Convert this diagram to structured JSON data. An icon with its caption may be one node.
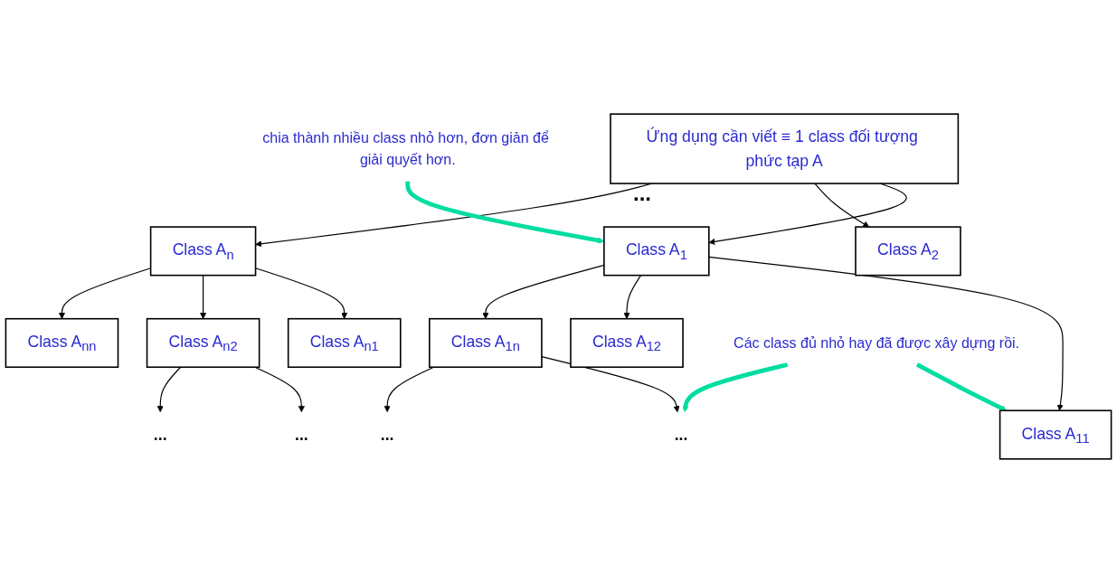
{
  "diagram": {
    "nodes": [
      {
        "text": [
          "Ứng dụng cần viết ≡ 1 class đối tượng phức tạp A"
        ]
      },
      {
        "text": [
          "Class A$_{1}$"
        ]
      },
      {
        "text": [
          "Class A$_{2}$"
        ]
      },
      {
        "text": [
          "Class A$_{n}$"
        ]
      },
      {
        "text": [
          "Class A$_{11}$"
        ]
      },
      {
        "text": [
          "Class A$_{12}$"
        ]
      },
      {
        "text": [
          "Class A$_{1n}$"
        ]
      },
      {
        "text": [
          "Class A$_{n1}$"
        ]
      },
      {
        "text": [
          "Class A$_{n2}$"
        ]
      },
      {
        "text": [
          "Class A$_{nn}$"
        ]
      },
      {
        "text": [
          "..."
        ]
      },
      {
        "text": [
          "..."
        ]
      },
      {
        "text": [
          "..."
        ]
      },
      {
        "text": [
          "..."
        ]
      },
      {
        "text": [
          "chia thành nhiều class nhỏ hơn, đơn giản để giải quyết hơn."
        ]
      },
      {
        "text": [
          "Các class đủ nhỏ hay đã được xây dựng rồi."
        ]
      }
    ],
    "edges": [
      {
        "from": 0,
        "to": 1,
        "arrow": "to"
      },
      {
        "from": 0,
        "to": 2,
        "arrow": "to"
      },
      {
        "from": 0,
        "to": 3,
        "arrow": "to"
      },
      {
        "from": 1,
        "to": 4,
        "arrow": "to"
      },
      {
        "from": 1,
        "to": 5,
        "arrow": "to"
      },
      {
        "from": 1,
        "to": 6,
        "arrow": "to"
      },
      {
        "from": 3,
        "to": 7,
        "arrow": "to"
      },
      {
        "from": 3,
        "to": 8,
        "arrow": "to"
      },
      {
        "from": 3,
        "to": 9,
        "arrow": "to"
      },
      {
        "from": 6,
        "to": 10,
        "arrow": "to"
      },
      {
        "from": 6,
        "to": 11,
        "arrow": "to"
      },
      {
        "from": 8,
        "to": 12,
        "arrow": "to"
      },
      {
        "from": 8,
        "to": 13,
        "arrow": "to"
      },
      {
        "from": 14,
        "to": 1,
        "arrow": "to",
        "style": "thick",
        "color": "#00dda0"
      },
      {
        "from": 15,
        "to": 4,
        "arrow": "to",
        "style": "thick",
        "color": "#00dda0"
      },
      {
        "from": 15,
        "to": 10,
        "arrow": "to",
        "style": "thick",
        "color": "#00dda0"
      }
    ],
    "labels": [
      "..."
    ]
  }
}
